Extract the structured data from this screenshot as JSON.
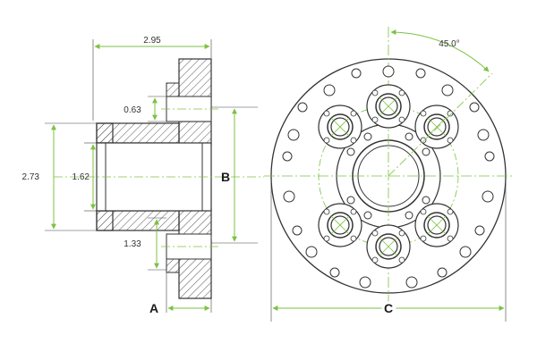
{
  "dimensions": {
    "overall_length": "2.95",
    "bolt_hole_height": "0.63",
    "flange_outer_height": "2.73",
    "bore_diameter": "1.62",
    "lower_step": "1.33",
    "bolt_angle": "45.0°"
  },
  "labels": {
    "a": "A",
    "b": "B",
    "c": "C"
  },
  "colors": {
    "dimension_line": "#7cc242",
    "outline": "#333333",
    "hatch": "#555555",
    "centerline": "#7cc242",
    "background": "#ffffff"
  }
}
